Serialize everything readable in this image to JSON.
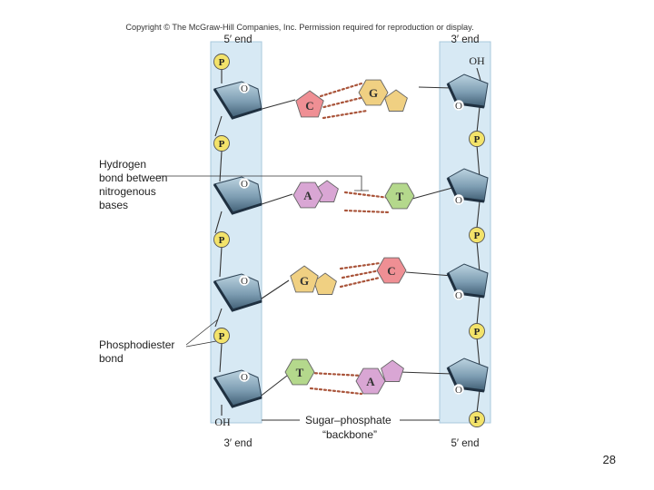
{
  "copyright": "Copyright © The McGraw-Hill Companies, Inc. Permission required for reproduction or display.",
  "left_strand": {
    "top_label": "5′ end",
    "bottom_label": "3′ end",
    "terminal": "OH"
  },
  "right_strand": {
    "top_label": "3′ end",
    "bottom_label": "5′ end",
    "terminal": "OH"
  },
  "phosphate_symbol": "P",
  "ring_oxygen": "O",
  "base_pairs": [
    {
      "left": "C",
      "right": "G"
    },
    {
      "left": "A",
      "right": "T"
    },
    {
      "left": "G",
      "right": "C"
    },
    {
      "left": "T",
      "right": "A"
    }
  ],
  "labels": {
    "hydrogen_bond": [
      "Hydrogen",
      "bond between",
      "nitrogenous",
      "bases"
    ],
    "phosphodiester": [
      "Phosphodiester",
      "bond"
    ],
    "backbone": [
      "Sugar–phosphate",
      "“backbone”"
    ]
  },
  "colors": {
    "backbone_fill": "#d7e9f4",
    "backbone_stroke": "#a9c9dd",
    "phosphate": "#f3e36a",
    "sugar_light": "#a8c3d3",
    "sugar_dark": "#50718a",
    "C": "#ef8f94",
    "G": "#f0d082",
    "A": "#d9a6d4",
    "T": "#b4d88c",
    "hbond": "#a9543a"
  },
  "page_number": "28"
}
